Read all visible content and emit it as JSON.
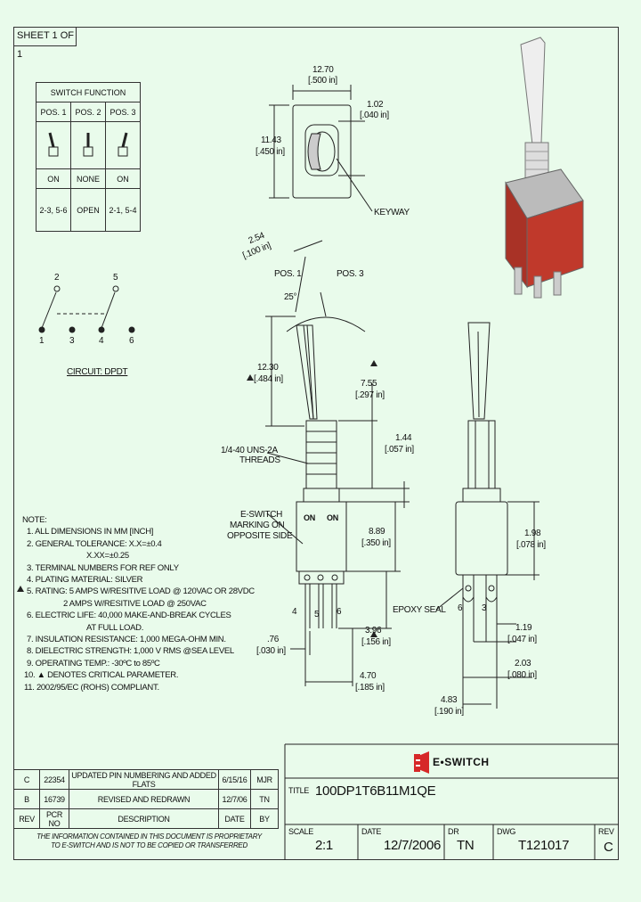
{
  "sheet": "SHEET 1 OF 1",
  "switch_function": {
    "title": "SWITCH FUNCTION",
    "positions": [
      "POS. 1",
      "POS. 2",
      "POS. 3"
    ],
    "states": [
      "ON",
      "NONE",
      "ON"
    ],
    "connections": [
      "2-3, 5-6",
      "OPEN",
      "2-1, 5-4"
    ]
  },
  "circuit": {
    "pins_top": [
      "2",
      "5"
    ],
    "pins_bottom": [
      "1",
      "3",
      "4",
      "6"
    ],
    "label": "CIRCUIT: DPDT"
  },
  "dimensions": {
    "top_width": "12.70",
    "top_width_in": "[.500 in]",
    "top_height": "11.43",
    "top_height_in": "[.450 in]",
    "keyway_w": "1.02",
    "keyway_w_in": "[.040 in]",
    "keyway": "KEYWAY",
    "lever_pitch": "2.54",
    "lever_pitch_in": "[.100 in]",
    "pos1": "POS. 1",
    "pos3": "POS. 3",
    "angle": "25°",
    "lever_height": "12.30",
    "lever_height_in": "[.484 in]",
    "thread_len": "7.55",
    "thread_len_in": "[.297 in]",
    "bushing": "1.44",
    "bushing_in": "[.057 in]",
    "threads": "1/4-40 UNS-2A",
    "threads2": "THREADS",
    "eswitch_marking": "E-SWITCH",
    "marking_on": "MARKING ON",
    "opposite_side": "OPPOSITE SIDE",
    "body_on_left": "ON",
    "body_on_right": "ON",
    "body_height": "8.89",
    "body_height_in": "[.350 in]",
    "pins": [
      "4",
      "5",
      "6"
    ],
    "pin_w": ".76",
    "pin_w_in": "[.030 in]",
    "pin_len": "3.96",
    "pin_len_in": "[.156 in]",
    "pin_pitch": "4.70",
    "pin_pitch_in": "[.185 in]",
    "side_height": "1.98",
    "side_height_in": "[.078 in]",
    "epoxy_seal": "EPOXY SEAL",
    "side_pins": [
      "6",
      "3"
    ],
    "side_pin_w": "1.19",
    "side_pin_w_in": "[.047 in]",
    "side_pin_len": "2.03",
    "side_pin_len_in": "[.080 in]",
    "side_width": "4.83",
    "side_width_in": "[.190 in]"
  },
  "notes": {
    "title": "NOTE:",
    "lines": [
      "1. ALL DIMENSIONS IN MM [INCH]",
      "2. GENERAL TOLERANCE: X.X=±0.4",
      "X.XX=±0.25",
      "3. TERMINAL NUMBERS FOR REF ONLY",
      "4. PLATING MATERIAL: SILVER",
      "5. RATING: 5 AMPS W/RESITIVE LOAD @ 120VAC OR 28VDC",
      "2 AMPS W/RESITIVE LOAD @ 250VAC",
      "6. ELECTRIC LIFE: 40,000 MAKE-AND-BREAK CYCLES",
      "AT FULL LOAD.",
      "7. INSULATION RESISTANCE: 1,000 MEGA-OHM MIN.",
      "8. DIELECTRIC STRENGTH: 1,000 V RMS @SEA LEVEL",
      "9. OPERATING TEMP.: -30ºC to 85ºC",
      "10. ▲ DENOTES CRITICAL PARAMETER.",
      "11. 2002/95/EC (ROHS) COMPLIANT."
    ]
  },
  "revisions": [
    {
      "rev": "C",
      "pcr": "22354",
      "desc": "UPDATED PIN NUMBERING AND ADDED FLATS",
      "date": "6/15/16",
      "by": "MJR"
    },
    {
      "rev": "B",
      "pcr": "16739",
      "desc": "REVISED AND REDRAWN",
      "date": "12/7/06",
      "by": "TN"
    }
  ],
  "rev_headers": {
    "rev": "REV",
    "pcr": "PCR NO",
    "desc": "DESCRIPTION",
    "date": "DATE",
    "by": "BY"
  },
  "proprietary": [
    "THE INFORMATION CONTAINED IN THIS DOCUMENT IS PROPRIETARY",
    "TO E-SWITCH AND IS NOT TO BE COPIED OR TRANSFERRED"
  ],
  "title_block": {
    "brand": "E•SWITCH",
    "title_label": "TITLE",
    "title": "100DP1T6B11M1QE",
    "scale_label": "SCALE",
    "scale": "2:1",
    "date_label": "DATE",
    "date": "12/7/2006",
    "dr_label": "DR",
    "dr": "TN",
    "dwg_label": "DWG",
    "dwg": "T121017",
    "rev_label": "REV",
    "rev": "C"
  },
  "colors": {
    "background": "#e9fbeb",
    "housing_red": "#c0392b",
    "line": "#222222"
  }
}
